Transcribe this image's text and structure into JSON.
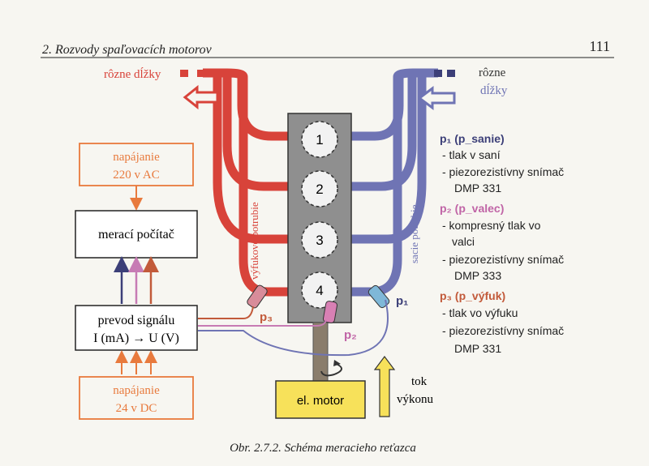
{
  "header": {
    "chapter": "2. Rozvody spaľovacích motorov",
    "page_number": "111"
  },
  "left_label": {
    "line1": "rôzne dĺžky"
  },
  "right_label": {
    "line1": "rôzne",
    "line2": "dĺžky"
  },
  "exhaust_label": "výfukové potrubie",
  "intake_label": "sacie potrubie",
  "cylinders": [
    "1",
    "2",
    "3",
    "4"
  ],
  "power_top": {
    "line1": "napájanie",
    "line2_a": "220 v ",
    "line2_b": "AC"
  },
  "computer": "merací počítač",
  "converter": {
    "line1": "prevod signálu",
    "line2": "I (mA) → U (V)"
  },
  "power_bottom": {
    "line1": "napájanie",
    "line2_a": "24 v ",
    "line2_b": "DC"
  },
  "motor": "el. motor",
  "flow": {
    "line1": "tok",
    "line2": "výkonu"
  },
  "sensor_labels": {
    "p1": "p₁",
    "p2": "p₂",
    "p3": "p₃"
  },
  "legend": {
    "p1_title": "p₁ (p_sanie)",
    "p1_items": [
      "- tlak v saní",
      "- piezorezistívny snímač",
      "DMP 331"
    ],
    "p2_title": "p₂ (p_valec)",
    "p2_items": [
      "- kompresný tlak vo",
      "valci",
      "- piezorezistívny snímač",
      "DMP 333"
    ],
    "p3_title": "p₃ (p_výfuk)",
    "p3_items": [
      "- tlak vo výfuku",
      "- piezorezistívny snímač",
      "DMP 331"
    ]
  },
  "caption": "Obr. 2.7.2. Schéma meracieho reťazca",
  "colors": {
    "exhaust": "#d8433a",
    "intake": "#6f74b4",
    "orange": "#e87a3d",
    "pink": "#c77bb4",
    "navy": "#3c3f78",
    "block": "#8f8f8f",
    "motor": "#f7e15a",
    "p1": "#6f74b4",
    "p2": "#c064a6",
    "p3": "#c25a3a"
  }
}
